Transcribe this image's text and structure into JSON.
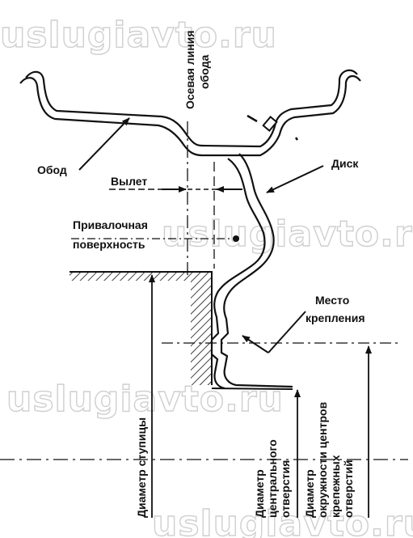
{
  "watermark": "uslugiavto.ru",
  "labels": {
    "rim": "Обод",
    "axis_line_1": "Осевая линия",
    "axis_line_2": "обода",
    "disc": "Диск",
    "offset": "Вылет",
    "mounting_surface_1": "Привалочная",
    "mounting_surface_2": "поверхность",
    "attach_place_1": "Место",
    "attach_place_2": "крепления",
    "hub_diameter": "Диаметр ступицы",
    "center_bore_1": "Диаметр",
    "center_bore_2": "центрального",
    "center_bore_3": "отверстия",
    "pcd_1": "Диаметр",
    "pcd_2": "окружности центров",
    "pcd_3": "крепежных",
    "pcd_4": "отверстий"
  }
}
